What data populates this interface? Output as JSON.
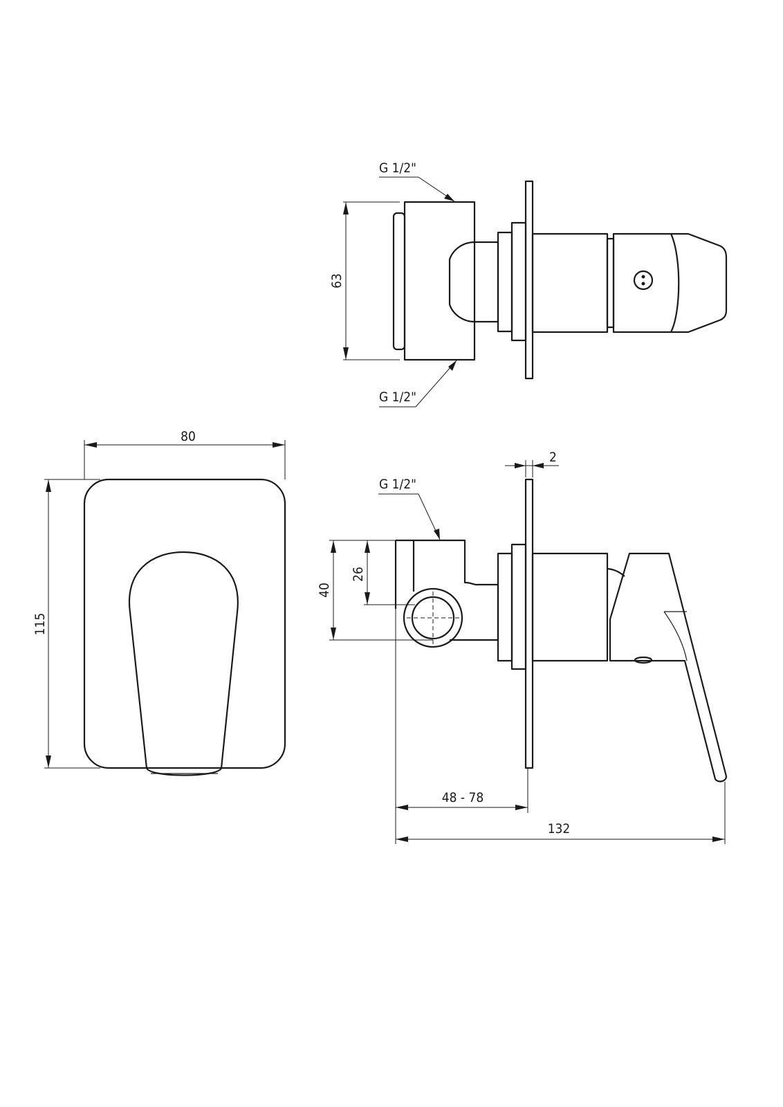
{
  "annotations": {
    "thread_top": "G 1/2\"",
    "thread_bottom": "G 1/2\"",
    "thread_side": "G 1/2\""
  },
  "dimensions": {
    "body_height": "63",
    "plate_width": "80",
    "plate_height": "115",
    "plate_thickness": "2",
    "connector_height": "40",
    "connector_axis": "26",
    "wall_depth": "48 - 78",
    "total_depth": "132"
  },
  "colors": {
    "line": "#1a1a1a",
    "background": "#ffffff"
  }
}
